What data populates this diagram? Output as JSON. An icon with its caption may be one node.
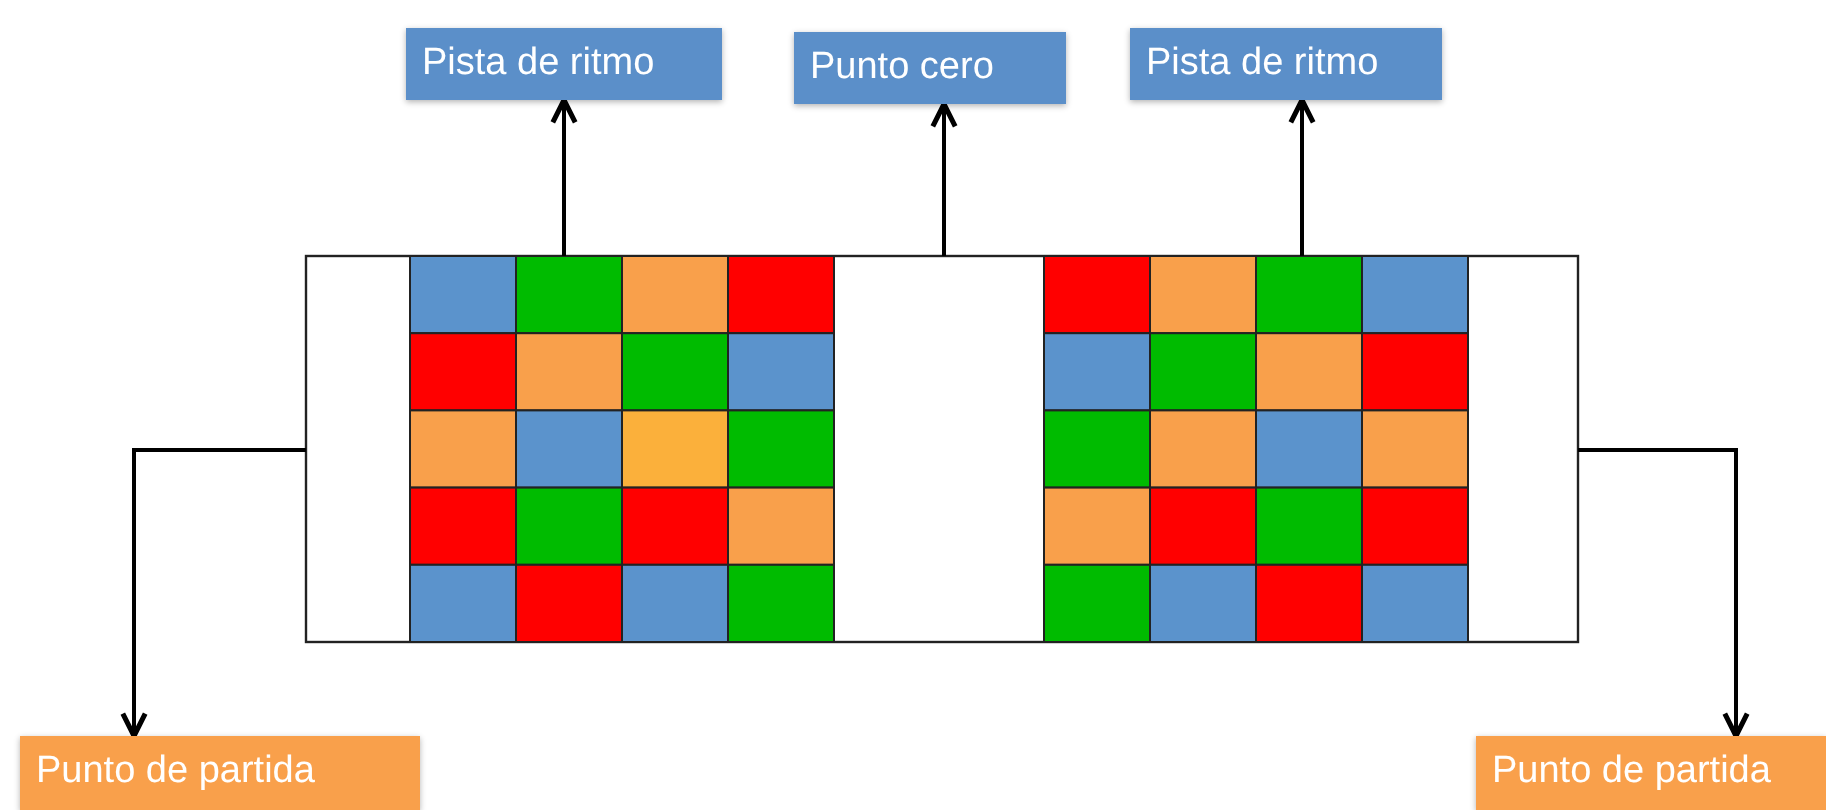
{
  "diagram": {
    "nodes": [
      {
        "text": [
          "Pista de ritmo"
        ]
      },
      {
        "text": [
          "Punto cero"
        ]
      },
      {
        "text": [
          "Pista de ritmo"
        ]
      },
      {
        "text": [
          "Punto de partida"
        ]
      },
      {
        "text": [
          "Punto de partida"
        ]
      },
      {
        "text": [],
        "shape": "box"
      }
    ],
    "edges": [
      {
        "from": 5,
        "to": 0,
        "arrow": "to"
      },
      {
        "from": 5,
        "to": 1,
        "arrow": "to"
      },
      {
        "from": 5,
        "to": 2,
        "arrow": "to"
      },
      {
        "from": 5,
        "to": 3,
        "arrow": "to"
      },
      {
        "from": 5,
        "to": 4,
        "arrow": "to"
      }
    ]
  }
}
